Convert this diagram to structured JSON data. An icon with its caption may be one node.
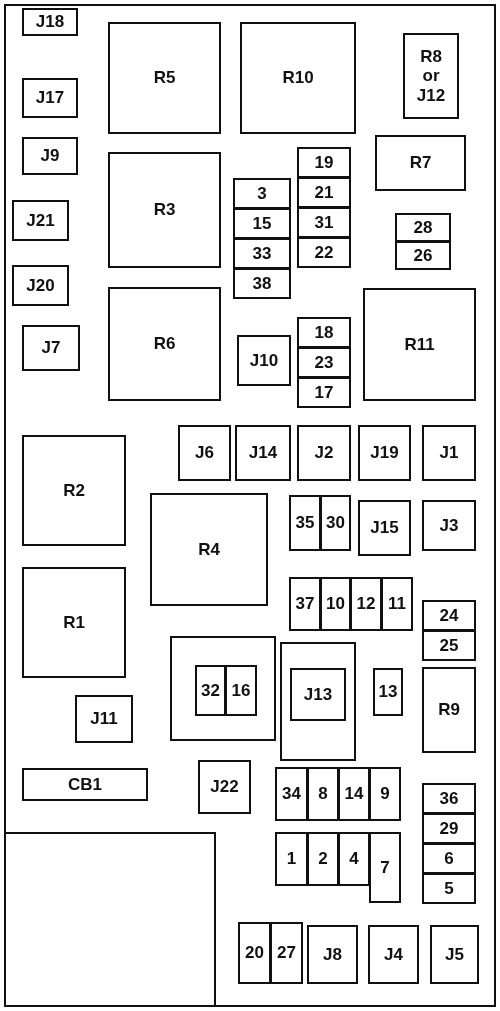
{
  "diagram": {
    "nodes": [
      {
        "text": [],
        "shape": "box"
      },
      {
        "text": [
          "J18"
        ],
        "in": 0
      },
      {
        "text": [
          "R5"
        ],
        "in": 0
      },
      {
        "text": [
          "R10"
        ],
        "in": 0
      },
      {
        "text": [
          "R8 or J12"
        ],
        "in": 0
      },
      {
        "text": [
          "J17"
        ],
        "in": 0
      },
      {
        "text": [
          "J9"
        ],
        "in": 0
      },
      {
        "text": [
          "R7"
        ],
        "in": 0
      },
      {
        "text": [
          "19"
        ],
        "in": 0
      },
      {
        "text": [
          "R3"
        ],
        "in": 0
      },
      {
        "text": [
          "3"
        ],
        "in": 0
      },
      {
        "text": [
          "21"
        ],
        "in": 0
      },
      {
        "text": [
          "J21"
        ],
        "in": 0
      },
      {
        "text": [
          "15"
        ],
        "in": 0
      },
      {
        "text": [
          "31"
        ],
        "in": 0
      },
      {
        "text": [
          "28"
        ],
        "in": 0
      },
      {
        "text": [
          "33"
        ],
        "in": 0
      },
      {
        "text": [
          "22"
        ],
        "in": 0
      },
      {
        "text": [
          "26"
        ],
        "in": 0
      },
      {
        "text": [
          "J20"
        ],
        "in": 0
      },
      {
        "text": [
          "38"
        ],
        "in": 0
      },
      {
        "text": [
          "R6"
        ],
        "in": 0
      },
      {
        "text": [
          "R11"
        ],
        "in": 0
      },
      {
        "text": [
          "18"
        ],
        "in": 0
      },
      {
        "text": [
          "J7"
        ],
        "in": 0
      },
      {
        "text": [
          "J10"
        ],
        "in": 0
      },
      {
        "text": [
          "23"
        ],
        "in": 0
      },
      {
        "text": [
          "17"
        ],
        "in": 0
      },
      {
        "text": [
          "J6"
        ],
        "in": 0
      },
      {
        "text": [
          "J14"
        ],
        "in": 0
      },
      {
        "text": [
          "J2"
        ],
        "in": 0
      },
      {
        "text": [
          "J19"
        ],
        "in": 0
      },
      {
        "text": [
          "J1"
        ],
        "in": 0
      },
      {
        "text": [
          "R2"
        ],
        "in": 0
      },
      {
        "text": [
          "R4"
        ],
        "in": 0
      },
      {
        "text": [
          "35"
        ],
        "in": 0
      },
      {
        "text": [
          "30"
        ],
        "in": 0
      },
      {
        "text": [
          "J15"
        ],
        "in": 0
      },
      {
        "text": [
          "J3"
        ],
        "in": 0
      },
      {
        "text": [
          "R1"
        ],
        "in": 0
      },
      {
        "text": [
          "37"
        ],
        "in": 0
      },
      {
        "text": [
          "10"
        ],
        "in": 0
      },
      {
        "text": [
          "12"
        ],
        "in": 0
      },
      {
        "text": [
          "11"
        ],
        "in": 0
      },
      {
        "text": [
          "24"
        ],
        "in": 0
      },
      {
        "text": [],
        "shape": "box",
        "in": 0
      },
      {
        "text": [
          "32"
        ],
        "in": 45
      },
      {
        "text": [
          "16"
        ],
        "in": 45
      },
      {
        "text": [
          "25"
        ],
        "in": 0
      },
      {
        "text": [],
        "shape": "box",
        "in": 0
      },
      {
        "text": [
          "J13"
        ],
        "in": 49
      },
      {
        "text": [
          "13"
        ],
        "in": 0
      },
      {
        "text": [
          "R9"
        ],
        "in": 0
      },
      {
        "text": [
          "J11"
        ],
        "in": 0
      },
      {
        "text": [
          "J22"
        ],
        "in": 0
      },
      {
        "text": [
          "34"
        ],
        "in": 0
      },
      {
        "text": [
          "8"
        ],
        "in": 0
      },
      {
        "text": [
          "14"
        ],
        "in": 0
      },
      {
        "text": [
          "9"
        ],
        "in": 0
      },
      {
        "text": [
          "CB1"
        ],
        "in": 0
      },
      {
        "text": [
          "36"
        ],
        "in": 0
      },
      {
        "text": [
          "29"
        ],
        "in": 0
      },
      {
        "text": [
          "1"
        ],
        "in": 0
      },
      {
        "text": [
          "2"
        ],
        "in": 0
      },
      {
        "text": [
          "4"
        ],
        "in": 0
      },
      {
        "text": [
          "7"
        ],
        "in": 0
      },
      {
        "text": [
          "6"
        ],
        "in": 0
      },
      {
        "text": [],
        "shape": "box",
        "in": 0
      },
      {
        "text": [
          "5"
        ],
        "in": 0
      },
      {
        "text": [
          "20"
        ],
        "in": 0
      },
      {
        "text": [
          "27"
        ],
        "in": 0
      },
      {
        "text": [
          "J8"
        ],
        "in": 0
      },
      {
        "text": [
          "J4"
        ],
        "in": 0
      },
      {
        "text": [
          "J5"
        ],
        "in": 0
      }
    ]
  }
}
